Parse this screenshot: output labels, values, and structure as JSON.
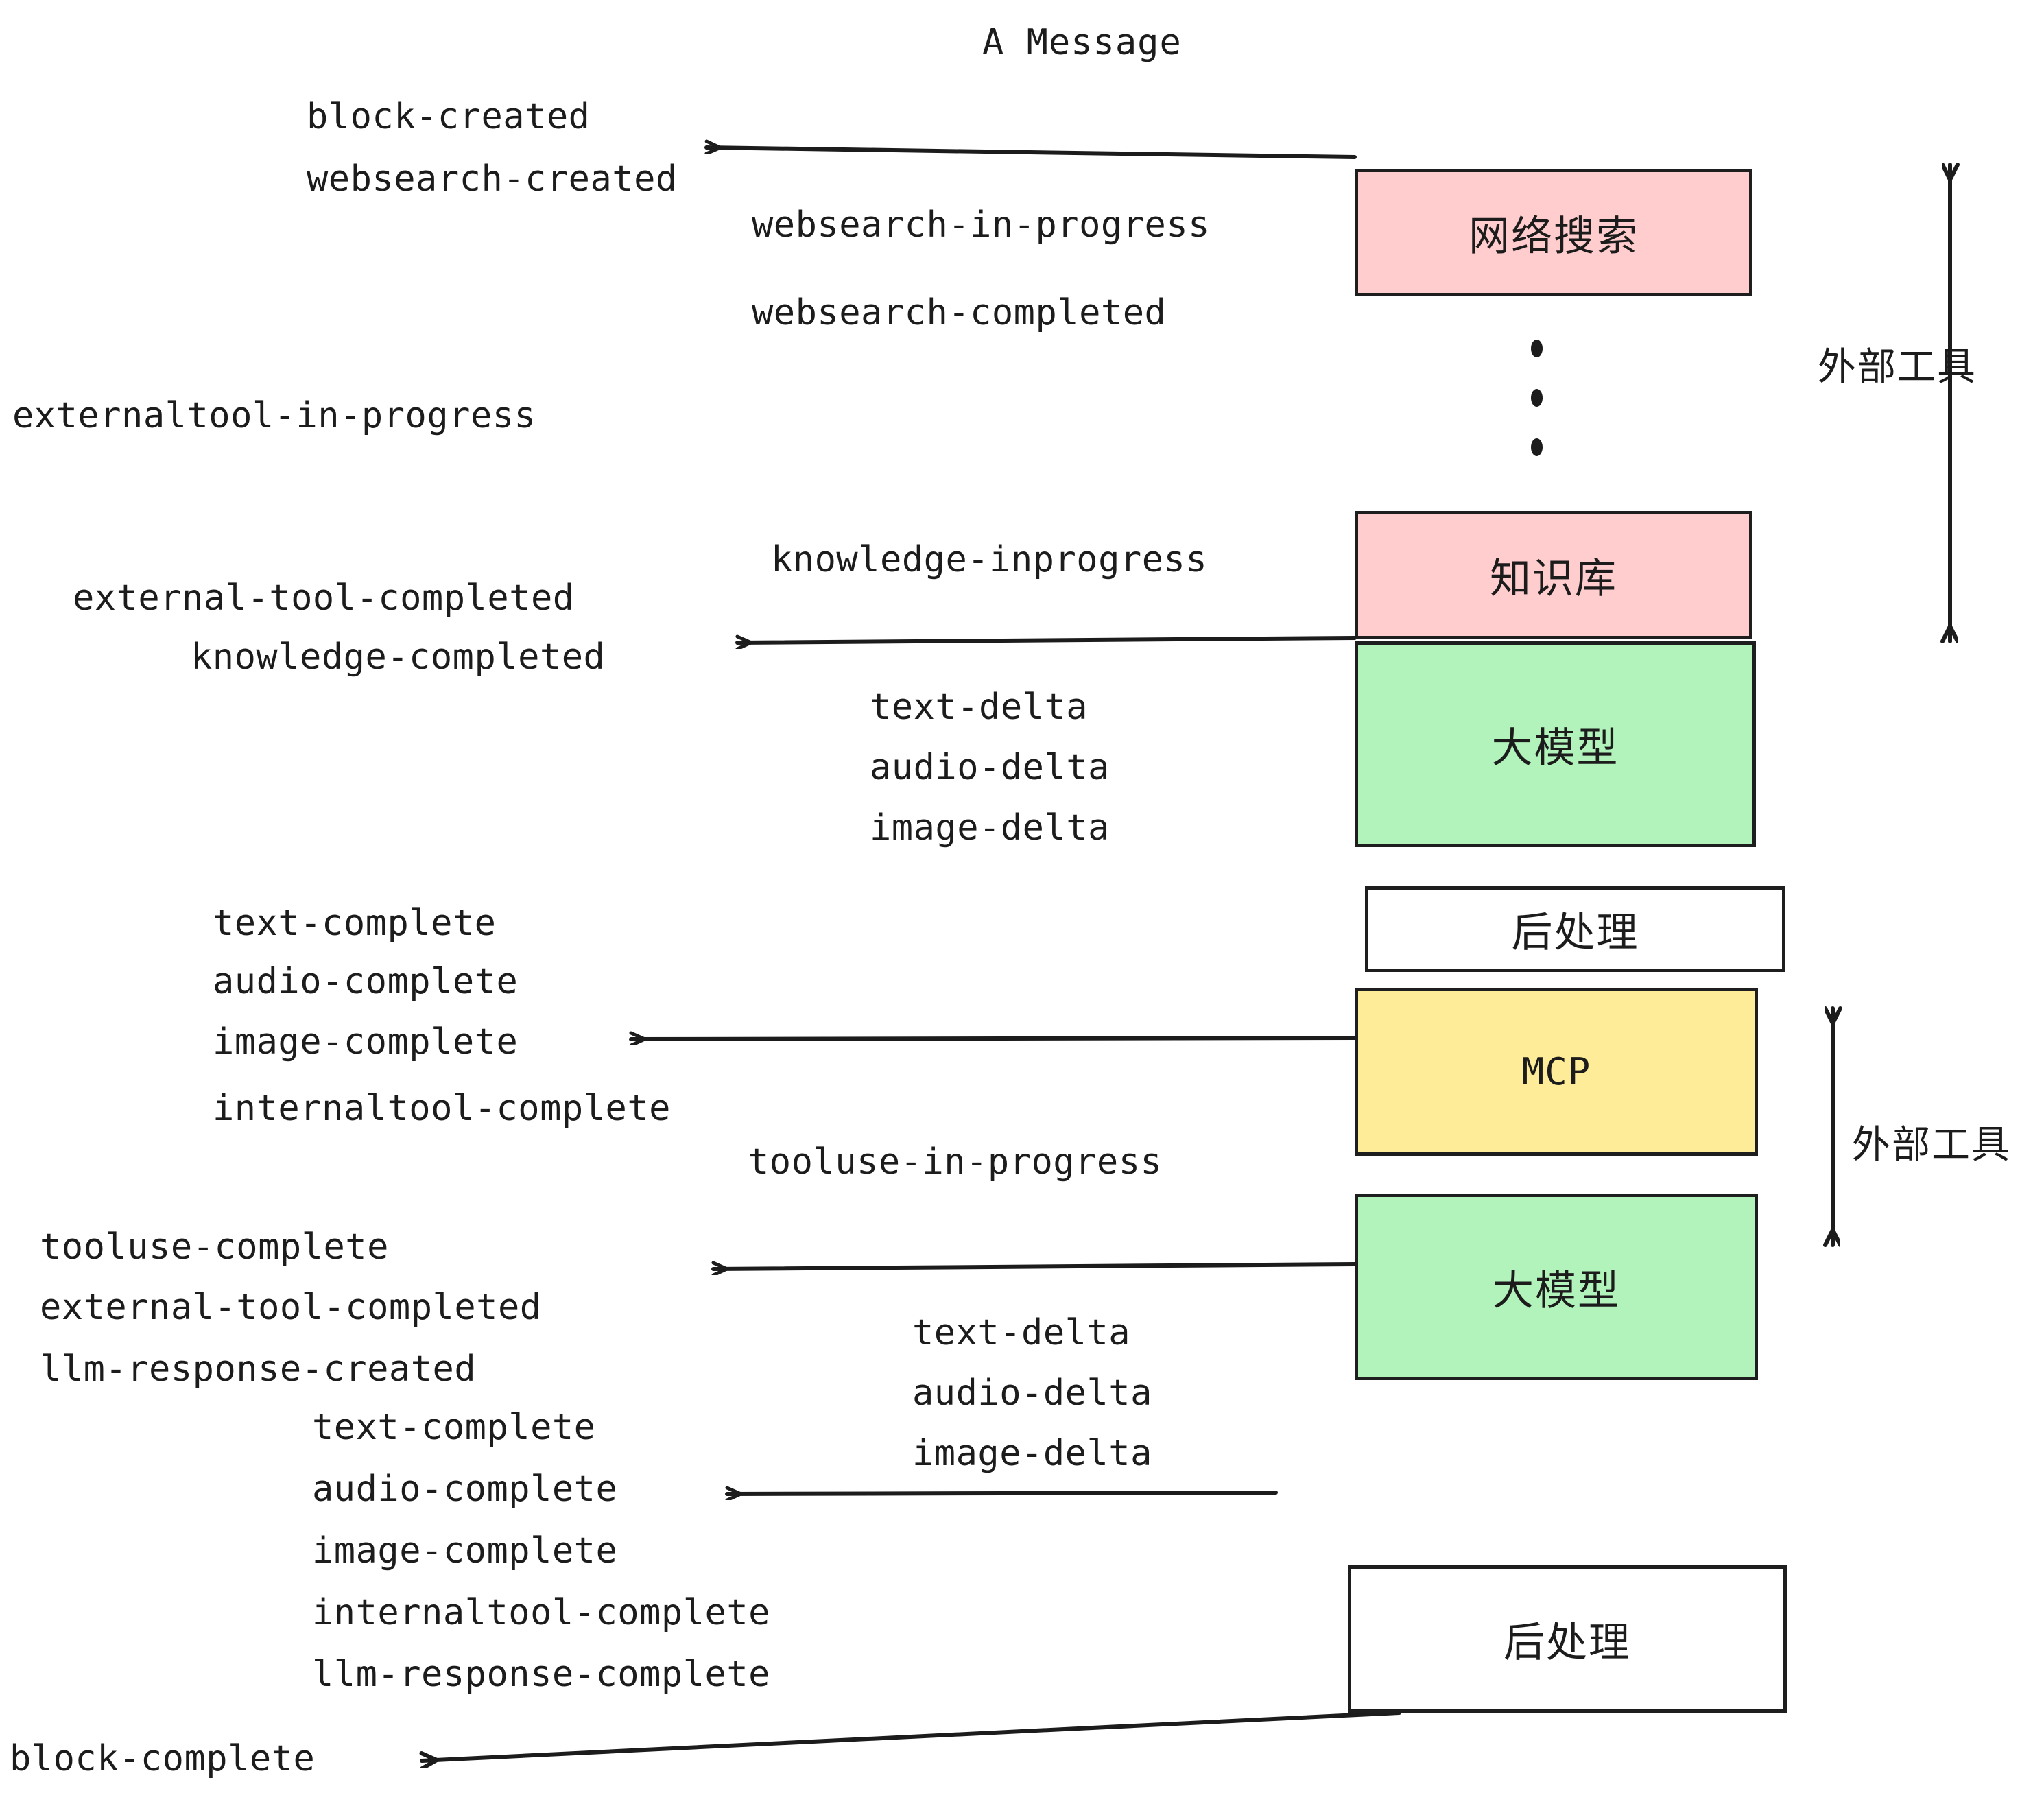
{
  "title": "A Message",
  "colors": {
    "stroke": "#1e1e1e",
    "text": "#1c1c1c",
    "pink": "#ffcdcd",
    "green": "#b2f2bb",
    "yellow": "#ffec99",
    "white": "#ffffff",
    "background": "#ffffff"
  },
  "nodes": [
    {
      "id": "websearch",
      "label": "网络搜索",
      "fill": "pink"
    },
    {
      "id": "knowledge",
      "label": "知识库",
      "fill": "pink"
    },
    {
      "id": "llm-top",
      "label": "大模型",
      "fill": "green"
    },
    {
      "id": "post-top",
      "label": "后处理",
      "fill": "white"
    },
    {
      "id": "mcp",
      "label": "MCP",
      "fill": "yellow"
    },
    {
      "id": "llm-bottom",
      "label": "大模型",
      "fill": "green"
    },
    {
      "id": "post-bottom",
      "label": "后处理",
      "fill": "white"
    }
  ],
  "group_labels": [
    {
      "id": "external-tools-top",
      "label": "外部工具"
    },
    {
      "id": "external-tools-bottom",
      "label": "外部工具"
    }
  ],
  "events": {
    "block_created": "block-created",
    "websearch_created": "websearch-created",
    "websearch_in_progress": "websearch-in-progress",
    "websearch_completed": "websearch-completed",
    "externaltool_in_progress": "externaltool-in-progress",
    "knowledge_inprogress": "knowledge-inprogress",
    "external_tool_completed_1": "external-tool-completed",
    "knowledge_completed": "knowledge-completed",
    "text_delta_1": "text-delta",
    "audio_delta_1": "audio-delta",
    "image_delta_1": "image-delta",
    "text_complete_1": "text-complete",
    "audio_complete_1": "audio-complete",
    "image_complete_1": "image-complete",
    "internaltool_complete_1": "internaltool-complete",
    "tooluse_in_progress": "tooluse-in-progress",
    "tooluse_complete": "tooluse-complete",
    "external_tool_completed_2": "external-tool-completed",
    "llm_response_created": "llm-response-created",
    "text_delta_2": "text-delta",
    "audio_delta_2": "audio-delta",
    "image_delta_2": "image-delta",
    "text_complete_2": "text-complete",
    "audio_complete_2": "audio-complete",
    "image_complete_2": "image-complete",
    "internaltool_complete_2": "internaltool-complete",
    "llm_response_complete": "llm-response-complete",
    "block_complete": "block-complete"
  }
}
